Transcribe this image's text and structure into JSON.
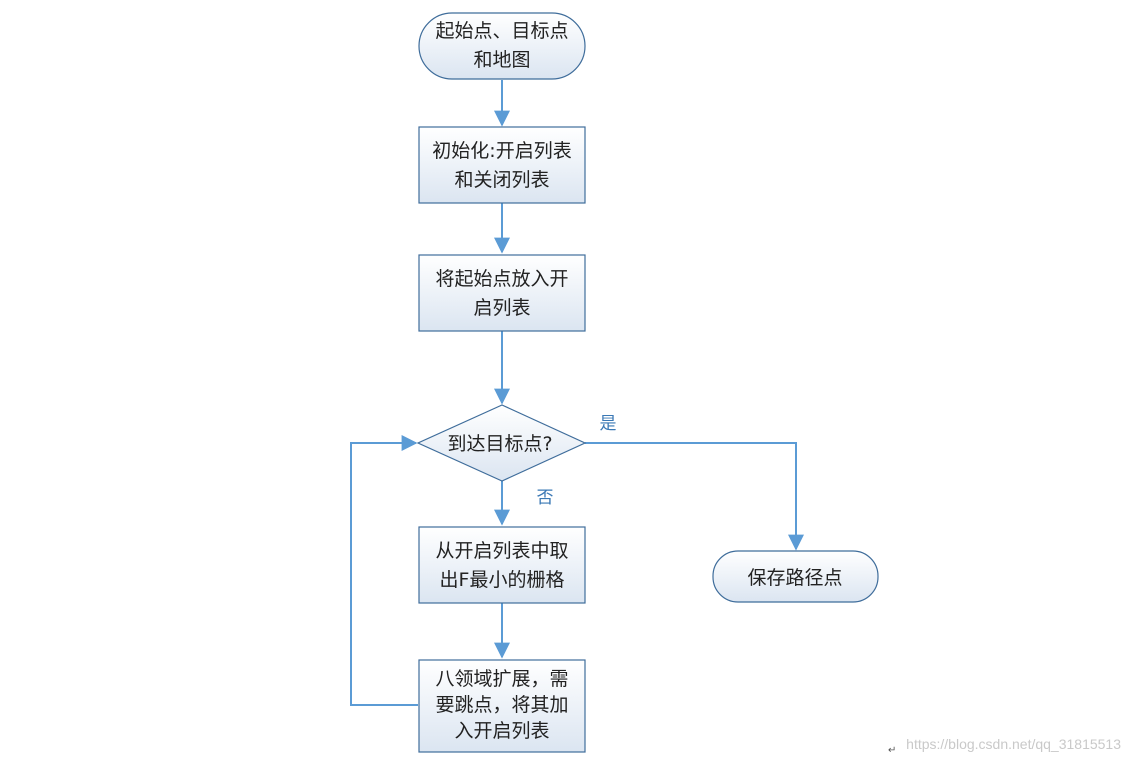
{
  "nodes": {
    "start": {
      "lines": [
        "起始点、目标点",
        "和地图"
      ]
    },
    "init": {
      "lines": [
        "初始化:开启列表",
        "和关闭列表"
      ]
    },
    "put_start": {
      "lines": [
        "将起始点放入开",
        "启列表"
      ]
    },
    "decision": {
      "lines": [
        "到达目标点?"
      ]
    },
    "take_min": {
      "lines": [
        "从开启列表中取",
        "出F最小的栅格"
      ]
    },
    "expand": {
      "lines": [
        "八领域扩展，需",
        "要跳点，将其加",
        "入开启列表"
      ]
    },
    "save": {
      "lines": [
        "保存路径点"
      ]
    }
  },
  "edge_labels": {
    "yes": "是",
    "no": "否"
  },
  "watermark": "https://blog.csdn.net/qq_31815513",
  "colors": {
    "line": "#5b9bd5",
    "shape_border": "#3f6d9b",
    "fill_top": "#ffffff",
    "fill_bottom": "#dbe5f1",
    "label": "#3a78b5"
  }
}
